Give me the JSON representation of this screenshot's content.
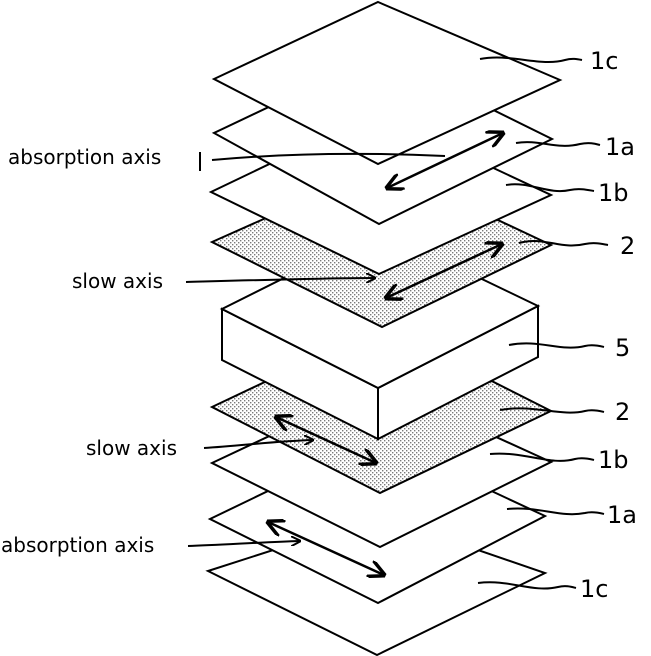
{
  "labels": {
    "ref_1c_top": "1c",
    "ref_1a_top": "1a",
    "ref_1b_top": "1b",
    "ref_2_top": "2",
    "ref_5": "5",
    "ref_2_bottom": "2",
    "ref_1b_bottom": "1b",
    "ref_1a_bottom": "1a",
    "ref_1c_bottom": "1c",
    "absorption_axis_top": "absorption axis",
    "slow_axis_top": "slow axis",
    "slow_axis_bottom": "slow axis",
    "absorption_axis_bottom": "absorption axis"
  },
  "colors": {
    "line": "#000000",
    "background": "#ffffff",
    "stipple": "#7a7a7a"
  }
}
